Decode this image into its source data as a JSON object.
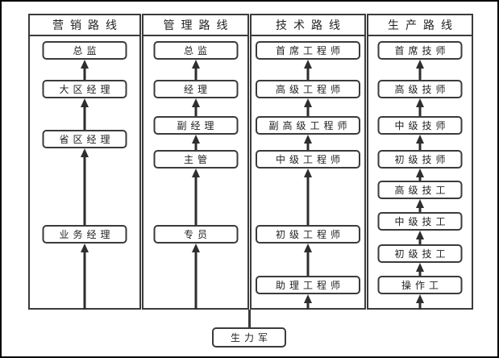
{
  "diagram": {
    "title": "career-path-ladders",
    "columns": [
      {
        "header": "营销路线",
        "boxes": [
          {
            "label": "总监"
          },
          {
            "label": "大区经理"
          },
          {
            "label": "省区经理"
          },
          {
            "label": "业务经理"
          }
        ]
      },
      {
        "header": "管理路线",
        "boxes": [
          {
            "label": "总监"
          },
          {
            "label": "经理"
          },
          {
            "label": "副经理"
          },
          {
            "label": "主管"
          },
          {
            "label": "专员"
          }
        ]
      },
      {
        "header": "技术路线",
        "boxes": [
          {
            "label": "首席工程师"
          },
          {
            "label": "高级工程师"
          },
          {
            "label": "副高级工程师"
          },
          {
            "label": "中级工程师"
          },
          {
            "label": "初级工程师"
          },
          {
            "label": "助理工程师"
          }
        ]
      },
      {
        "header": "生产路线",
        "boxes": [
          {
            "label": "首席技师"
          },
          {
            "label": "高级技师"
          },
          {
            "label": "中级技师"
          },
          {
            "label": "初级技师"
          },
          {
            "label": "高级技工"
          },
          {
            "label": "中级技工"
          },
          {
            "label": "初级技工"
          },
          {
            "label": "操作工"
          }
        ]
      }
    ],
    "bottom_box": {
      "label": "生力军"
    },
    "colors": {
      "background": "#ffffff",
      "frame": "#000000",
      "line": "#3b3b3b",
      "arrow": "#2e2e2e"
    }
  }
}
